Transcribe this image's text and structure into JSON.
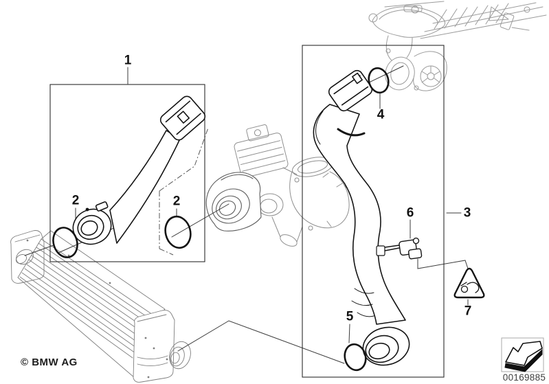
{
  "diagram": {
    "kind": "exploded-parts-diagram",
    "copyright": "© BMW AG",
    "document_number": "00169885",
    "callouts": [
      {
        "id": "callout-1",
        "label": "1"
      },
      {
        "id": "callout-2-left",
        "label": "2"
      },
      {
        "id": "callout-2-right",
        "label": "2"
      },
      {
        "id": "callout-3",
        "label": "3"
      },
      {
        "id": "callout-4",
        "label": "4"
      },
      {
        "id": "callout-5",
        "label": "5"
      },
      {
        "id": "callout-6",
        "label": "6"
      },
      {
        "id": "callout-7",
        "label": "7"
      }
    ],
    "icons": {
      "direction_arrow": "3d-arrow-pointing-down-left",
      "warning_triangle": "triangular-caution-part-pictogram"
    },
    "colors": {
      "foreground_line": "#1a1a1a",
      "background_part_line": "#8e8e8e",
      "background": "#ffffff"
    }
  }
}
